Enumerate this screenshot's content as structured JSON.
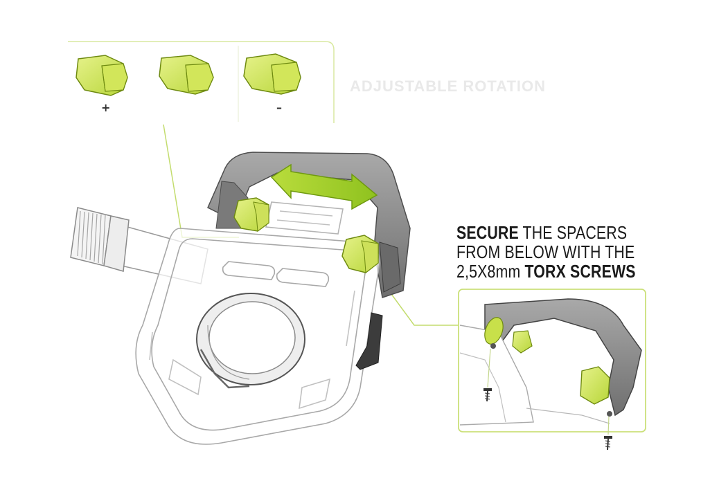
{
  "spacers": {
    "plus_label": "+",
    "minus_label": "–",
    "accent_color": "#c8e04a",
    "accent_dark": "#9fbf1e"
  },
  "adjustable": {
    "title": "ADJUSTABLE ROTATION"
  },
  "callout": {
    "line1_bold": "SECURE",
    "line1_rest": " THE SPACERS",
    "line2": "FROM BELOW WITH THE",
    "line3_prefix": "2,5X8mm ",
    "line3_bold": "TORX SCREWS"
  },
  "colors": {
    "outline": "#9a9a9a",
    "frame": "#8c8c8c",
    "frame_dark": "#5a5a5a",
    "leader": "#b6d65a"
  }
}
